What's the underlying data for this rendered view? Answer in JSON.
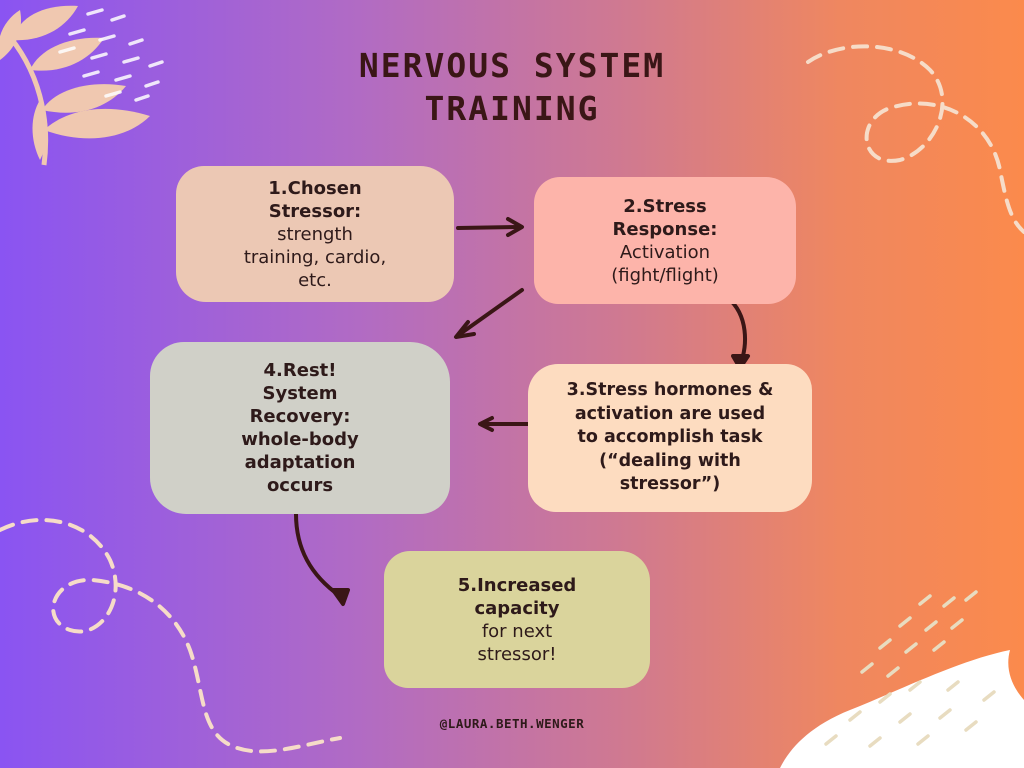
{
  "title": {
    "line1": "NERVOUS SYSTEM",
    "line2": "TRAINING"
  },
  "steps": [
    {
      "heading": [
        "1.Chosen",
        "Stressor:"
      ],
      "body": [
        "strength",
        "training, cardio,",
        "etc."
      ],
      "color": "#ecc8b4"
    },
    {
      "heading": [
        "2.Stress",
        "Response:"
      ],
      "body": [
        "Activation",
        "(fight/flight)"
      ],
      "color": "#fdb4aa"
    },
    {
      "heading": [
        "3.Stress hormones &",
        "activation are used",
        "to accomplish task",
        "(“dealing with",
        "stressor”)"
      ],
      "body": [],
      "color": "#fddcc0"
    },
    {
      "heading": [
        "4.Rest!",
        "System",
        "Recovery:",
        "whole-body",
        "adaptation",
        "occurs"
      ],
      "body": [],
      "color": "#d0d0c8"
    },
    {
      "heading": [
        "5.Increased",
        "capacity"
      ],
      "body": [
        "for next",
        "stressor!"
      ],
      "color": "#dad49c"
    }
  ],
  "flow": [
    {
      "from": 1,
      "to": 2
    },
    {
      "from": 2,
      "to": 3
    },
    {
      "from": 3,
      "to": 4
    },
    {
      "from": 2,
      "to": 4
    },
    {
      "from": 4,
      "to": 5
    }
  ],
  "footer": {
    "handle": "@LAURA.BETH.WENGER"
  },
  "icons": [
    "leaf-branch-icon",
    "leaf-icon",
    "dashed-swirl-icon"
  ]
}
